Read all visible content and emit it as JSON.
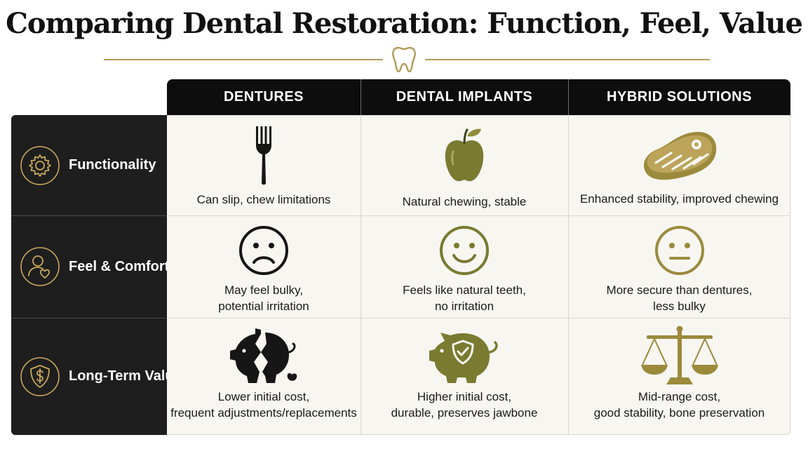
{
  "title": "Comparing Dental Restoration: Function, Feel, Value",
  "colors": {
    "accent": "#b39a58",
    "olive": "#7a7a31",
    "dark": "#1e1e1e",
    "cell_bg": "#f7f6f1"
  },
  "columns": [
    "DENTURES",
    "DENTAL IMPLANTS",
    "HYBRID SOLUTIONS"
  ],
  "rows": [
    {
      "label": "Functionality",
      "icon": "gear-icon",
      "cells": [
        {
          "icon": "fork-icon",
          "line1": "Can slip, chew limitations",
          "line2": ""
        },
        {
          "icon": "apple-icon",
          "line1": "Natural chewing, stable",
          "line2": ""
        },
        {
          "icon": "steak-icon",
          "line1": "Enhanced stability, improved chewing",
          "line2": ""
        }
      ]
    },
    {
      "label": "Feel & Comfort",
      "icon": "person-heart-icon",
      "cells": [
        {
          "icon": "sad-face-icon",
          "line1": "May feel bulky,",
          "line2": "potential irritation"
        },
        {
          "icon": "smile-face-icon",
          "line1": "Feels like natural teeth,",
          "line2": "no irritation"
        },
        {
          "icon": "neutral-face-icon",
          "line1": "More secure than dentures,",
          "line2": "less bulky"
        }
      ]
    },
    {
      "label": "Long-Term Value",
      "icon": "shield-dollar-icon",
      "cells": [
        {
          "icon": "broken-piggy-bank-icon",
          "line1": "Lower initial cost,",
          "line2": "frequent adjustments/replacements"
        },
        {
          "icon": "shield-piggy-bank-icon",
          "line1": "Higher initial cost,",
          "line2": "durable, preserves jawbone"
        },
        {
          "icon": "balance-scale-icon",
          "line1": "Mid-range cost,",
          "line2": "good stability, bone preservation"
        }
      ]
    }
  ]
}
